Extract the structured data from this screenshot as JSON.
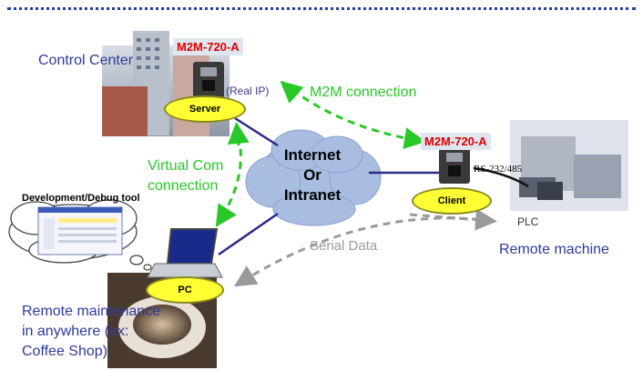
{
  "labels": {
    "control_center": "Control Center",
    "server_model": "M2M-720-A",
    "real_ip": "(Real IP)",
    "server": "Server",
    "m2m_connection": "M2M connection",
    "client_model": "M2M-720-A",
    "rs232": "RS-232/485",
    "client": "Client",
    "plc": "PLC",
    "remote_machine": "Remote machine",
    "network_line1": "Internet",
    "network_line2": "Or",
    "network_line3": "Intranet",
    "virtual_com_line1": "Virtual Com",
    "virtual_com_line2": "connection",
    "dev_tool": "Development/Debug tool",
    "serial_data": "Serial Data",
    "pc": "PC",
    "remote_maint_line1": "Remote maintenance",
    "remote_maint_line2": "in anywhere (ex:",
    "remote_maint_line3": "Coffee Shop)"
  },
  "colors": {
    "label_blue": "#2f3a9a",
    "label_green": "#28c828",
    "model_red": "#e00000",
    "ellipse_yellow": "#ffff33",
    "link_navy": "#2a2a8a",
    "serial_gray": "#9a9a9a"
  }
}
